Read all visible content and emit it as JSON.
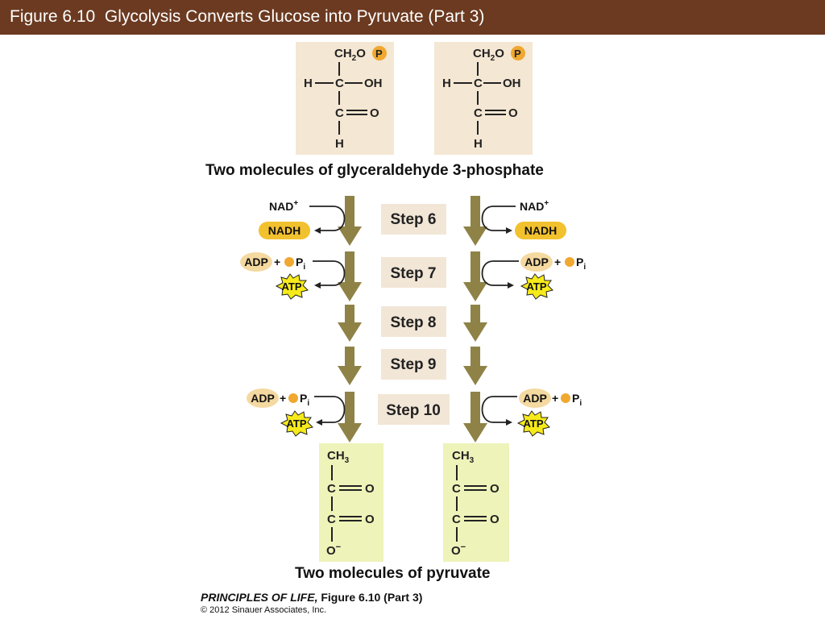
{
  "title": "Figure 6.10  Glycolysis Converts Glucose into Pyruvate (Part 3)",
  "colors": {
    "title_bar": "#6b3a20",
    "molecule_box": "#f4e7d3",
    "pyruvate_box": "#eef3b9",
    "step_box": "#f2e6d6",
    "arrow": "#8f8246",
    "nadh_fill": "#f2c12e",
    "adp_fill": "#f4d9a0",
    "phosphate_dot": "#f0a830",
    "atp_burst": "#f7ea1a"
  },
  "g3p": {
    "top_group": "CH",
    "top_sub": "2",
    "top_o": "O",
    "phosphate": "P",
    "h_left": "H",
    "c": "C",
    "oh": "OH",
    "o": "O",
    "h_bottom": "H"
  },
  "g3p_caption": "Two molecules of glyceraldehyde 3-phosphate",
  "steps": [
    "Step 6",
    "Step 7",
    "Step 8",
    "Step 9",
    "Step 10"
  ],
  "cofactors": {
    "nad": "NAD",
    "nad_sup": "+",
    "nadh": "NADH",
    "adp": "ADP",
    "plus": "+",
    "pi": "P",
    "pi_sub": "i",
    "atp": "ATP"
  },
  "pyruvate": {
    "ch": "CH",
    "ch_sub": "3",
    "c": "C",
    "o": "O",
    "o_minus": "O",
    "minus": "−"
  },
  "pyruvate_caption": "Two molecules of pyruvate",
  "credit": {
    "book": "PRINCIPLES OF LIFE,",
    "figure": " Figure 6.10 (Part 3)",
    "copyright": "© 2012 Sinauer Associates, Inc."
  }
}
